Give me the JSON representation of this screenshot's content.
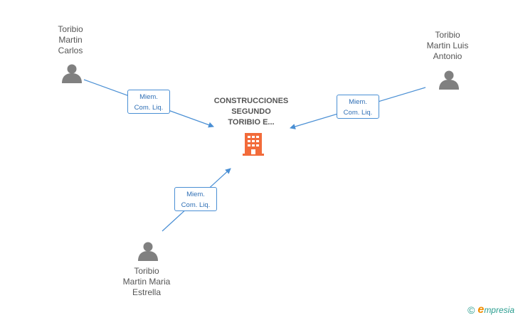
{
  "company": {
    "name_lines": [
      "CONSTRUCCIONES",
      "SEGUNDO",
      "TORIBIO E..."
    ],
    "icon": "building-icon",
    "color": "#f26b3a"
  },
  "people": [
    {
      "id": "carlos",
      "name_lines": [
        "Toribio",
        "Martin",
        "Carlos"
      ],
      "role_lines": [
        "Miem.",
        "Com. Liq."
      ]
    },
    {
      "id": "luis-antonio",
      "name_lines": [
        "Toribio",
        "Martin Luis",
        "Antonio"
      ],
      "role_lines": [
        "Miem.",
        "Com. Liq."
      ]
    },
    {
      "id": "maria-estrella",
      "name_lines": [
        "Toribio",
        "Martin Maria",
        "Estrella"
      ],
      "role_lines": [
        "Miem.",
        "Com. Liq."
      ]
    }
  ],
  "colors": {
    "edge": "#4a8fd4",
    "person_icon": "#808080",
    "text": "#555555"
  },
  "footer": {
    "copyright": "©",
    "brand_initial": "e",
    "brand_rest": "mpresia"
  }
}
